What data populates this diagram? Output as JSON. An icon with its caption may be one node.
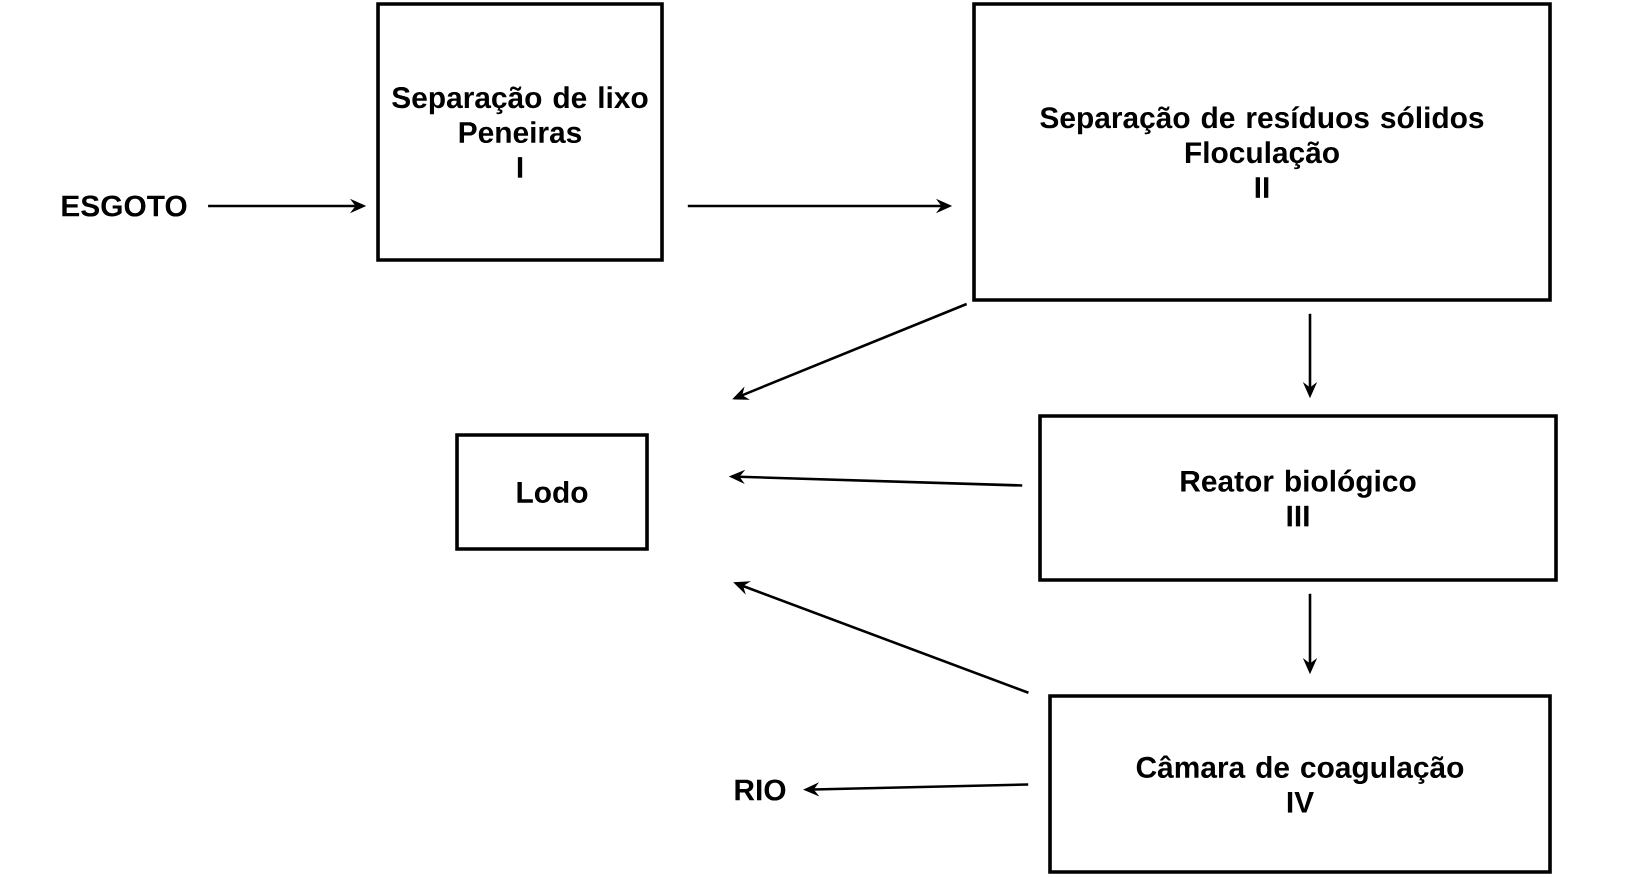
{
  "diagram": {
    "nodes": [
      {
        "text": [
          "ESGOTO"
        ]
      },
      {
        "text": [
          "Separação de lixo",
          "Peneiras",
          "I"
        ]
      },
      {
        "text": [
          "Separação de resíduos sólidos",
          "Floculação",
          "II"
        ]
      },
      {
        "text": [
          "Lodo"
        ]
      },
      {
        "text": [
          "Reator biológico",
          "III"
        ]
      },
      {
        "text": [
          "Câmara de coagulação",
          "IV"
        ]
      },
      {
        "text": [
          "RIO"
        ]
      }
    ],
    "edges": [
      {
        "from": 0,
        "to": 1,
        "arrow": "to"
      },
      {
        "from": 1,
        "to": 2,
        "arrow": "to"
      },
      {
        "from": 2,
        "to": 4,
        "arrow": "to"
      },
      {
        "from": 4,
        "to": 5,
        "arrow": "to"
      },
      {
        "from": 2,
        "to": 3,
        "arrow": "to"
      },
      {
        "from": 4,
        "to": 3,
        "arrow": "to"
      },
      {
        "from": 5,
        "to": 3,
        "arrow": "to"
      },
      {
        "from": 5,
        "to": 6,
        "arrow": "to"
      }
    ]
  }
}
